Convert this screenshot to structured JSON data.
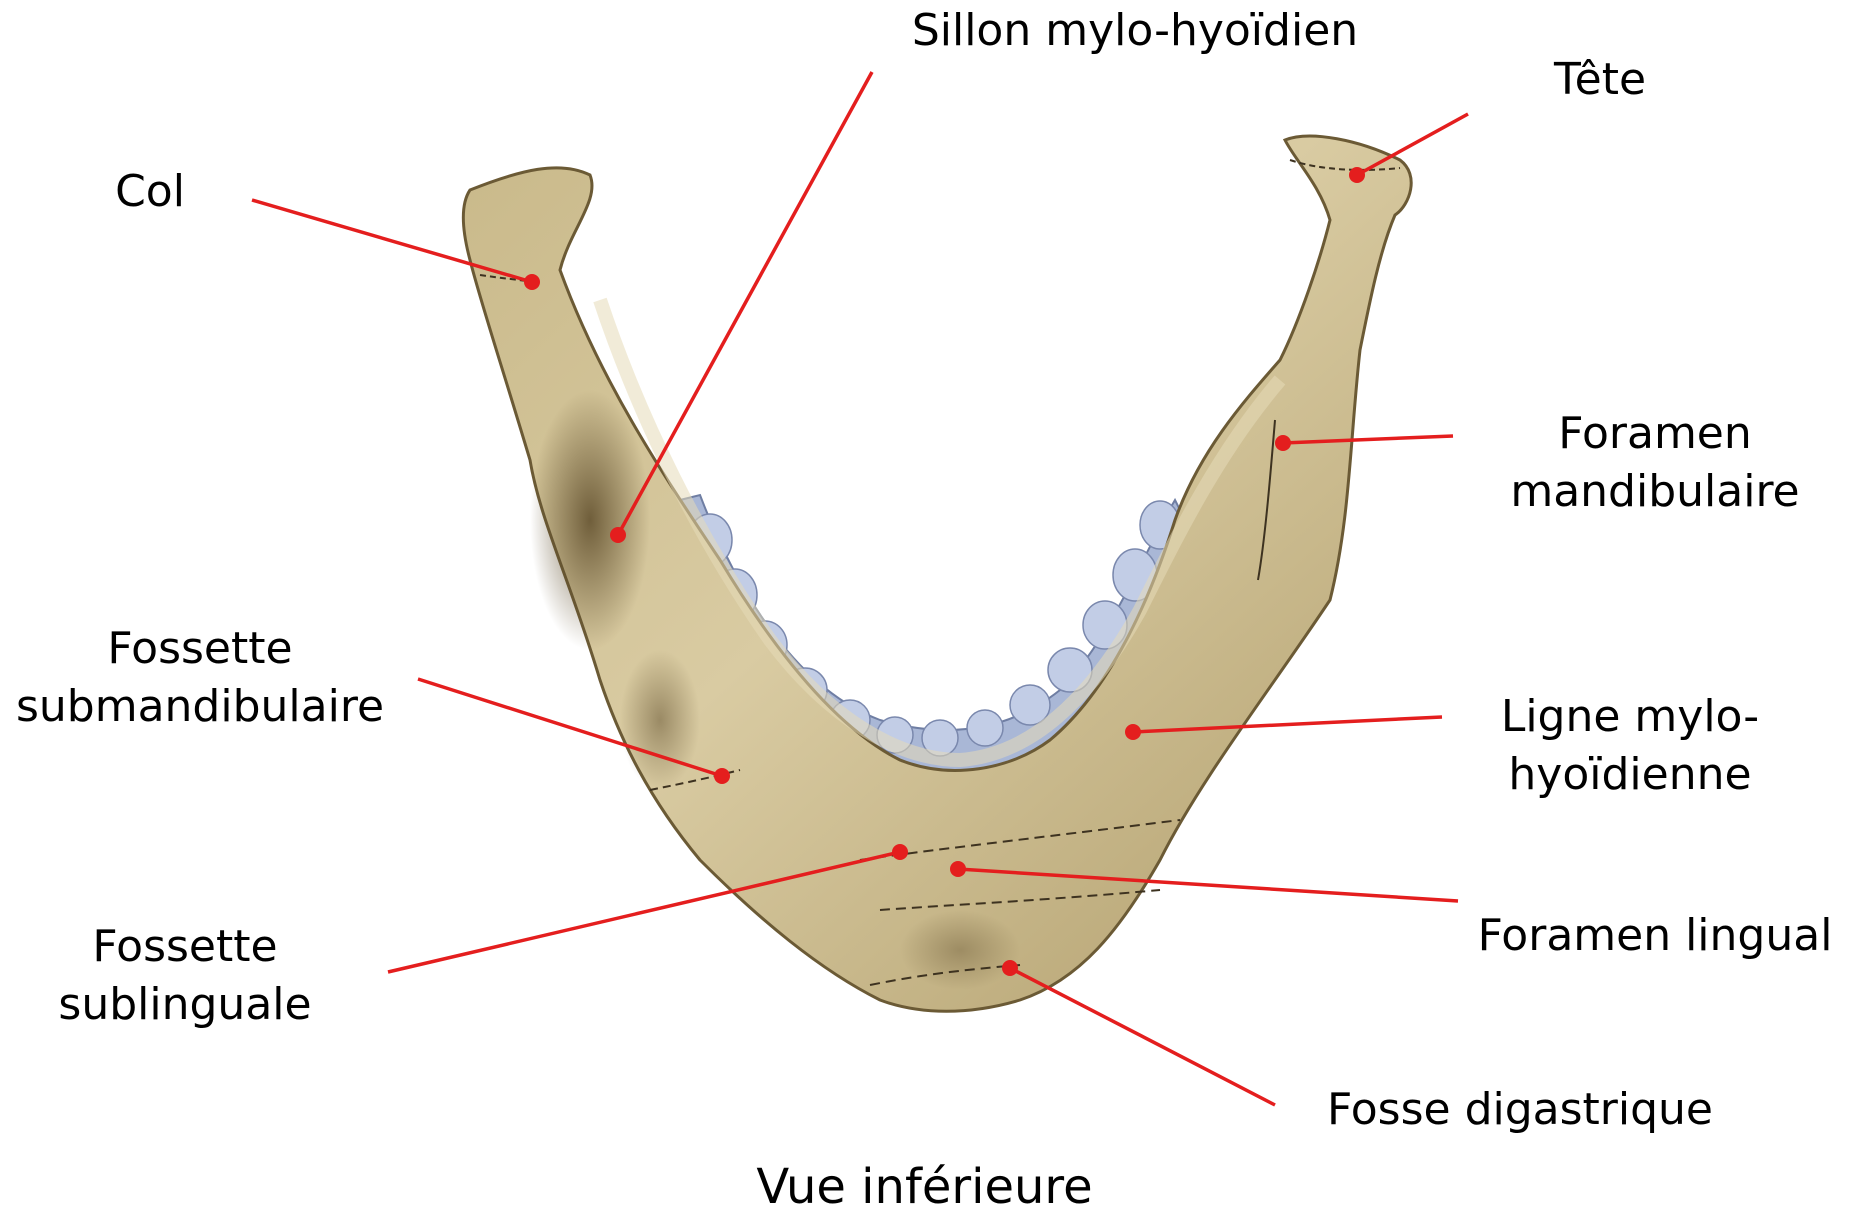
{
  "labels": {
    "sillon": "Sillon mylo-hyoïdien",
    "tete": "Tête",
    "col": "Col",
    "foramen_mand_1": "Foramen",
    "foramen_mand_2": "mandibulaire",
    "fossette_sub_1": "Fossette",
    "fossette_sub_2": "submandibulaire",
    "ligne_1": "Ligne mylo-",
    "ligne_2": "hyoïdienne",
    "fossette_subl_1": "Fossette",
    "fossette_subl_2": "sublinguale",
    "foramen_lingual": "Foramen lingual",
    "fosse_dig": "Fosse digastrique"
  },
  "caption": "Vue inférieure",
  "colors": {
    "leader": "#e41e1e",
    "bone_light": "#d8c9a0",
    "bone_mid": "#b4a271",
    "bone_dark": "#6b5a35",
    "teeth": "#a9b7d6"
  }
}
